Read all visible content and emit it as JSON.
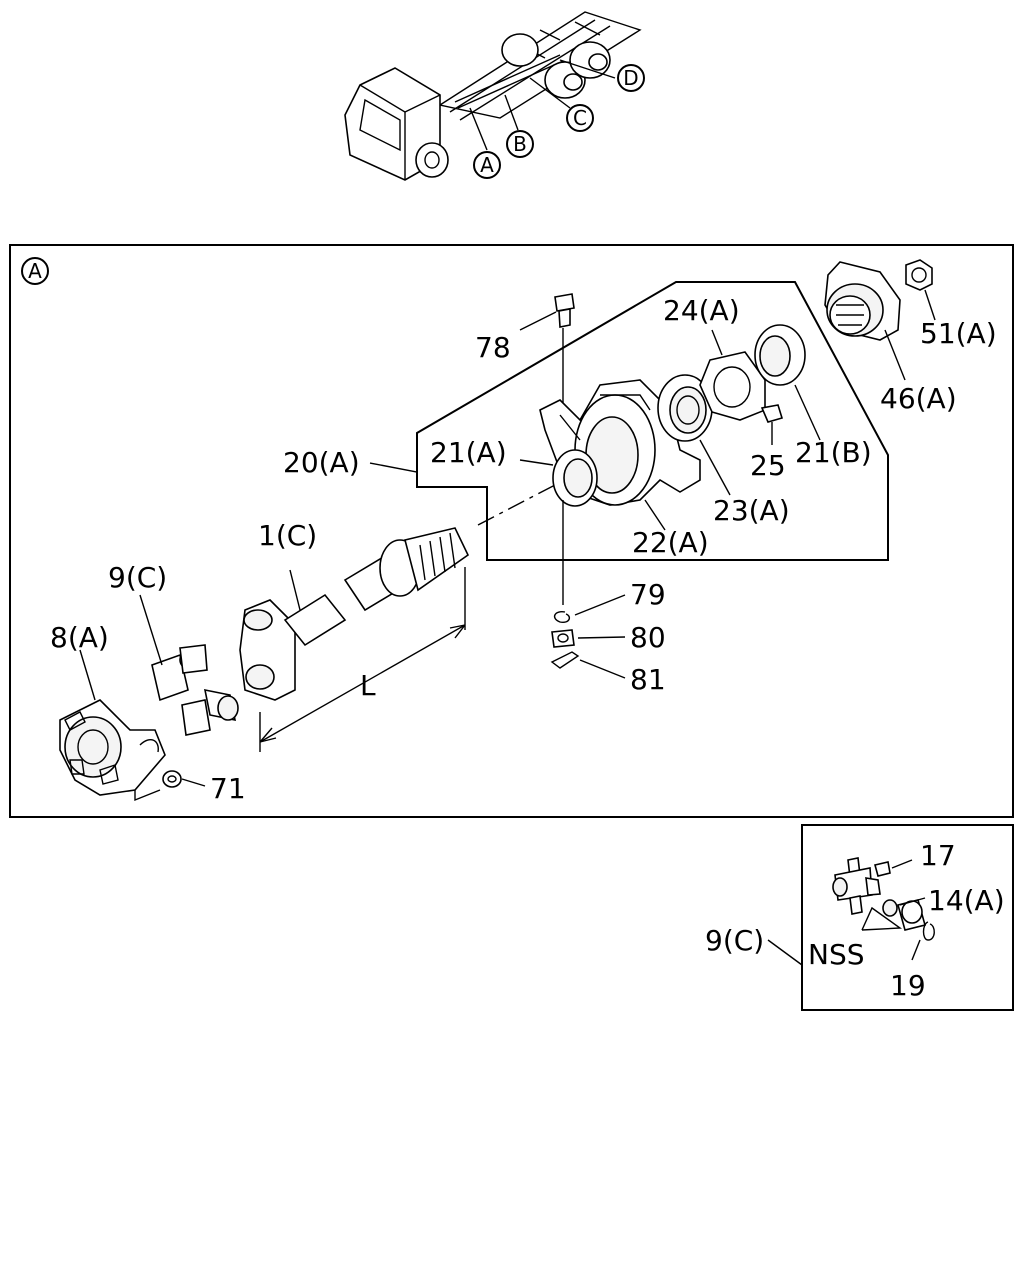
{
  "callouts_truck": [
    "A",
    "B",
    "C",
    "D"
  ],
  "panel_main": {
    "marker": "A",
    "labels": {
      "p78": "78",
      "p24a": "24(A)",
      "p51a": "51(A)",
      "p46a": "46(A)",
      "p20a": "20(A)",
      "p21a": "21(A)",
      "p25": "25",
      "p21b": "21(B)",
      "p23a": "23(A)",
      "p22a": "22(A)",
      "p1c": "1(C)",
      "p9c": "9(C)",
      "p79": "79",
      "p80": "80",
      "p81": "81",
      "p8a": "8(A)",
      "pL": "L",
      "p71": "71"
    }
  },
  "panel_inset": {
    "labels": {
      "p17": "17",
      "p14a": "14(A)",
      "p19": "19",
      "nss": "NSS"
    },
    "ref_label": "9(C)"
  }
}
